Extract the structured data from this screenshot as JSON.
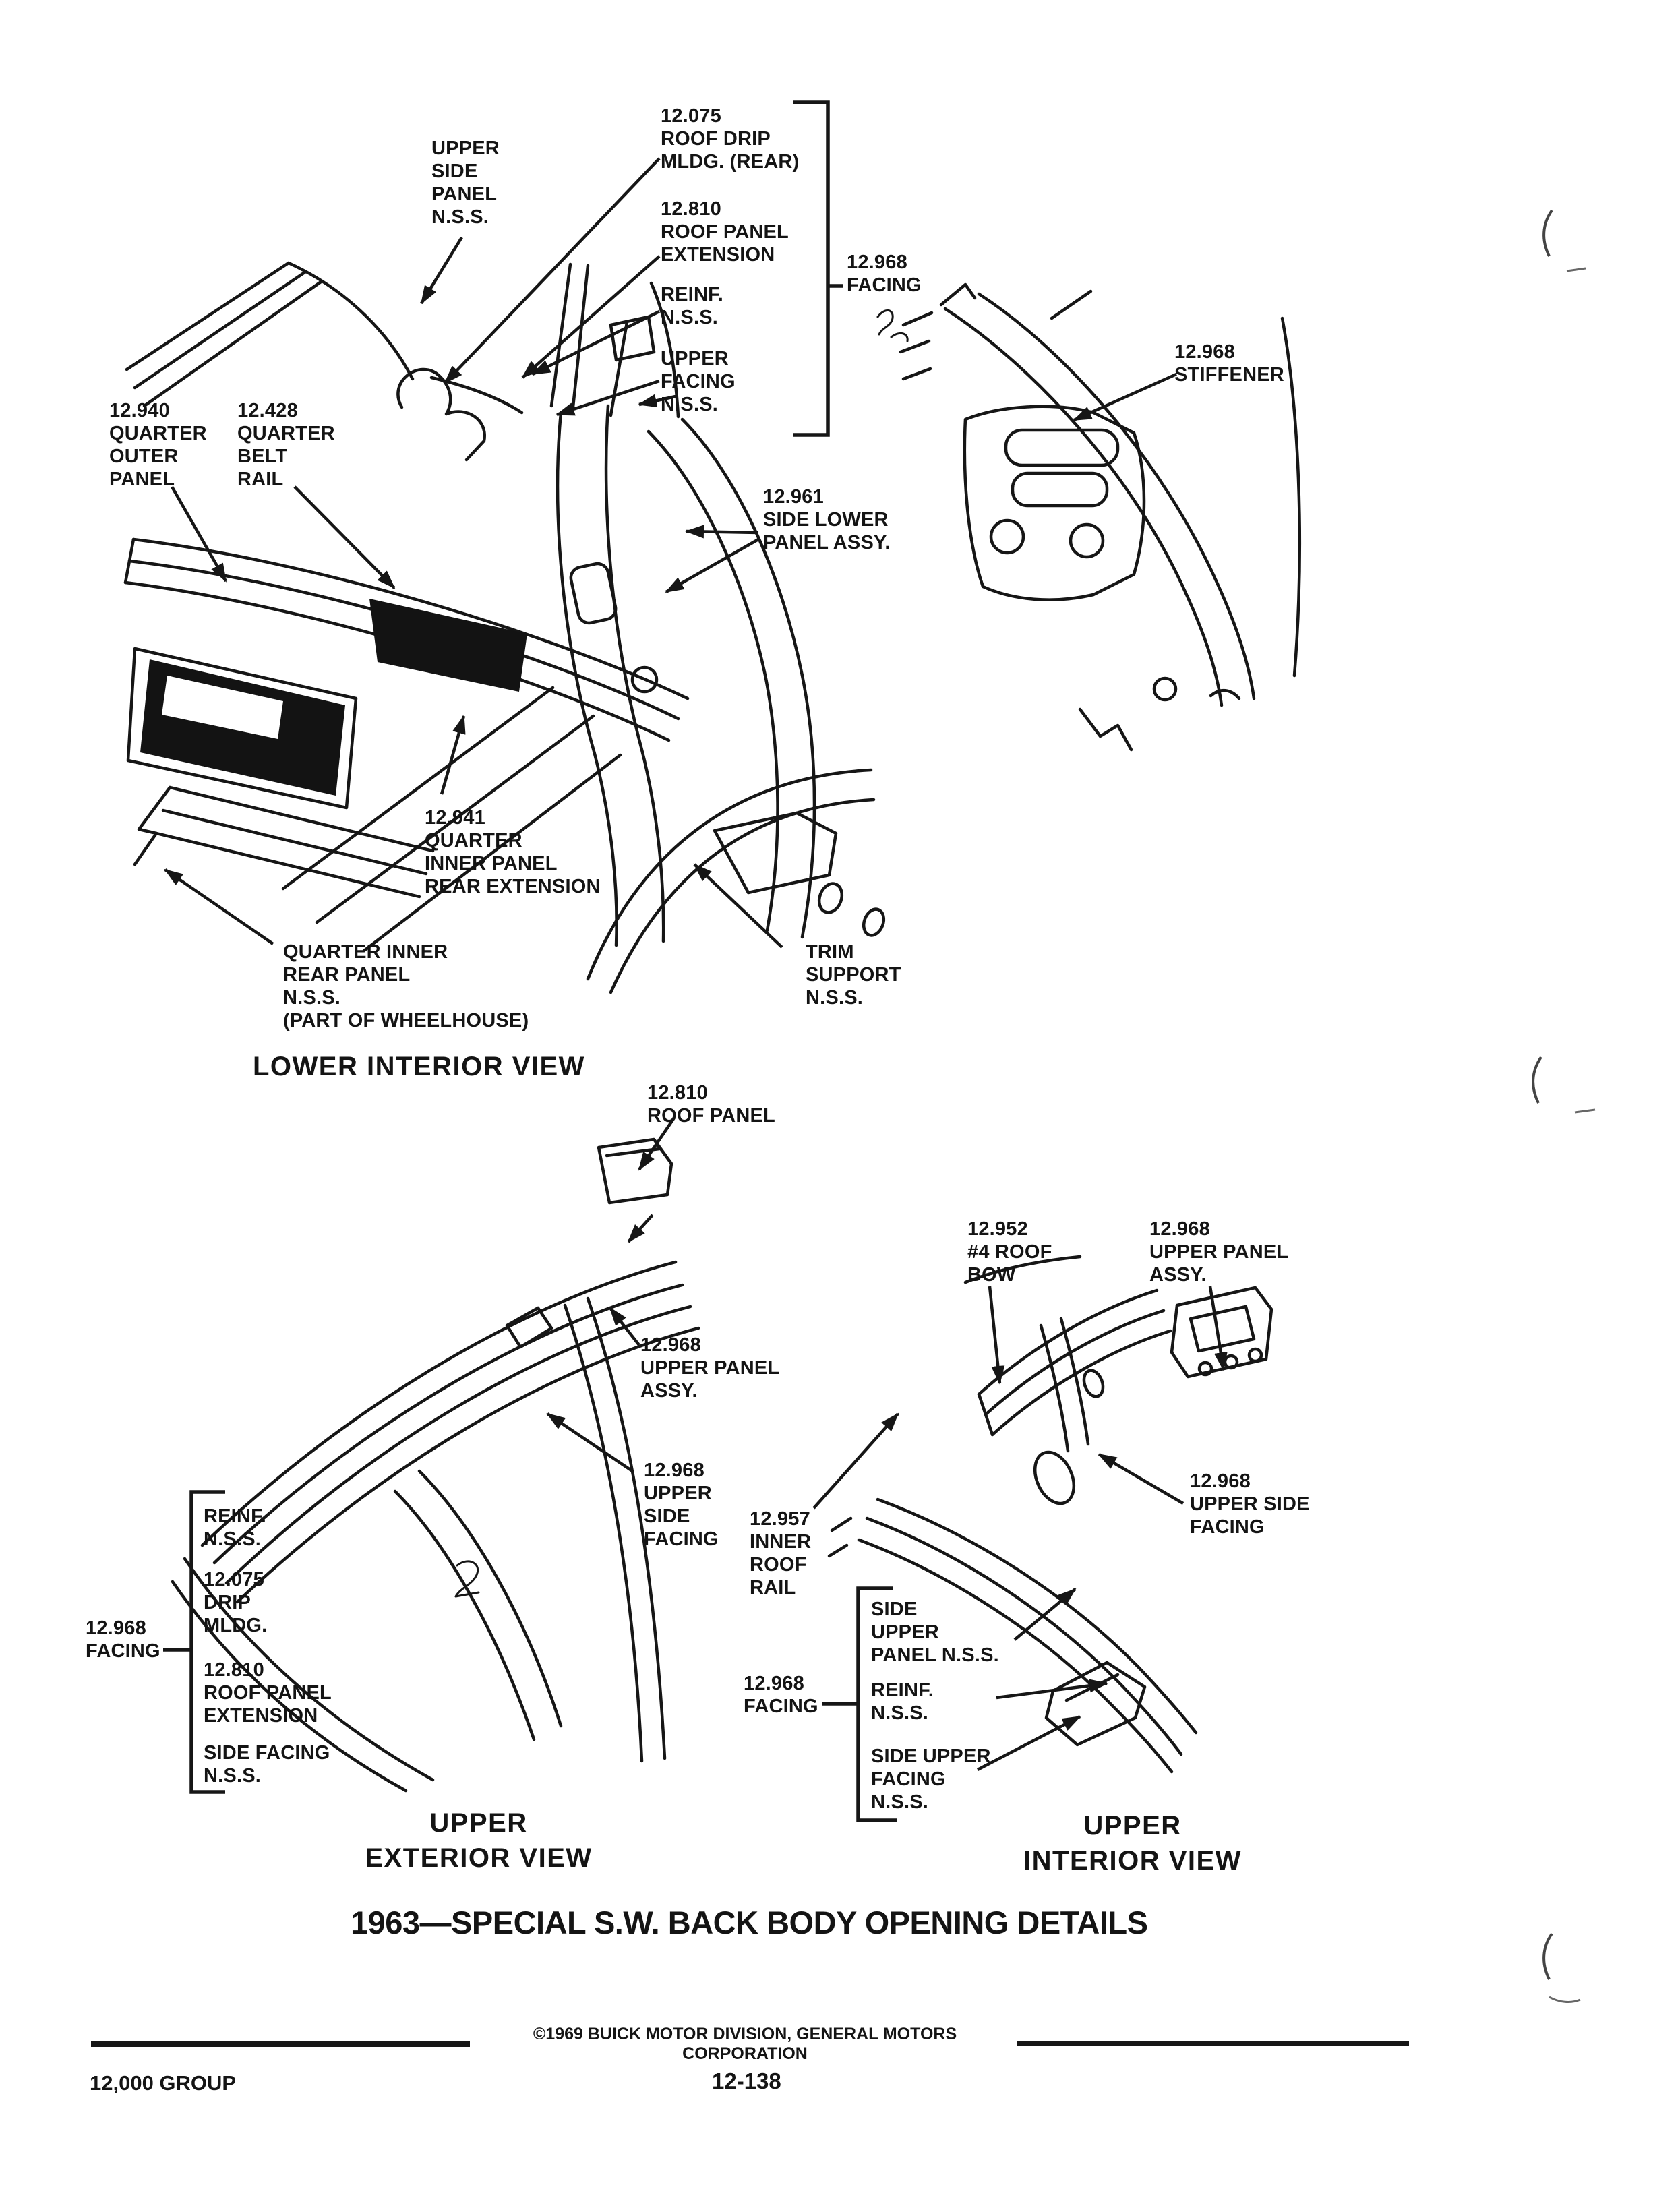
{
  "page": {
    "title": "1963—SPECIAL S.W. BACK BODY OPENING DETAILS",
    "colors": {
      "paper": "#ffffff",
      "ink": "#161616"
    },
    "footer": {
      "copyright": "©1969 BUICK MOTOR DIVISION, GENERAL MOTORS CORPORATION",
      "group_label": "12,000 GROUP",
      "page_number": "12-138"
    }
  },
  "lower_view": {
    "caption": "LOWER INTERIOR VIEW",
    "labels": {
      "upper_side_panel": "UPPER\nSIDE\nPANEL\nN.S.S.",
      "roof_drip_mldg": "12.075\nROOF DRIP\nMLDG. (REAR)",
      "roof_panel_extension": "12.810\nROOF PANEL\nEXTENSION",
      "reinf": "REINF.\nN.S.S.",
      "upper_facing": "UPPER\nFACING\nN.S.S.",
      "facing": "12.968\nFACING",
      "stiffener": "12.968\nSTIFFENER",
      "quarter_outer_panel": "12.940\nQUARTER\nOUTER\nPANEL",
      "quarter_belt_rail": "12.428\nQUARTER\nBELT\nRAIL",
      "side_lower_panel": "12.961\nSIDE LOWER\nPANEL ASSY.",
      "quarter_inner_rear_extension": "12.941\nQUARTER\nINNER PANEL\nREAR EXTENSION",
      "quarter_inner_rear_panel": "QUARTER INNER\nREAR PANEL\nN.S.S.\n(PART OF WHEELHOUSE)",
      "trim_support": "TRIM\nSUPPORT\nN.S.S."
    }
  },
  "exterior_view": {
    "caption": "UPPER\nEXTERIOR VIEW",
    "labels": {
      "roof_panel": "12.810\nROOF PANEL",
      "upper_panel_assy": "12.968\nUPPER PANEL\nASSY.",
      "upper_side_facing": "12.968\nUPPER\nSIDE\nFACING",
      "facing": "12.968\nFACING",
      "reinf": "REINF.\nN.S.S.",
      "drip_mldg": "12.075\nDRIP\nMLDG.",
      "roof_panel_extension": "12.810\nROOF PANEL\nEXTENSION",
      "side_facing": "SIDE FACING\nN.S.S."
    }
  },
  "interior_view": {
    "caption": "UPPER\nINTERIOR VIEW",
    "labels": {
      "roof_bow": "12.952\n#4 ROOF\nBOW",
      "upper_panel_assy": "12.968\nUPPER PANEL\nASSY.",
      "inner_roof_rail": "12.957\nINNER\nROOF\nRAIL",
      "upper_side_facing": "12.968\nUPPER SIDE\nFACING",
      "facing": "12.968\nFACING",
      "side_upper_panel": "SIDE\nUPPER\nPANEL N.S.S.",
      "reinf": "REINF.\nN.S.S.",
      "side_upper_facing": "SIDE UPPER\nFACING\nN.S.S."
    }
  }
}
